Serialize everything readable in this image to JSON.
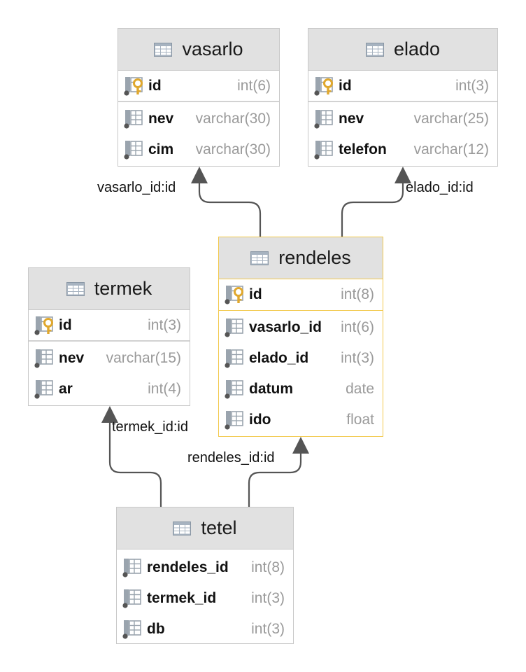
{
  "tables": {
    "vasarlo": {
      "name": "vasarlo",
      "pk": {
        "name": "id",
        "type": "int(6)"
      },
      "columns": [
        {
          "name": "nev",
          "type": "varchar(30)"
        },
        {
          "name": "cim",
          "type": "varchar(30)"
        }
      ]
    },
    "elado": {
      "name": "elado",
      "pk": {
        "name": "id",
        "type": "int(3)"
      },
      "columns": [
        {
          "name": "nev",
          "type": "varchar(25)"
        },
        {
          "name": "telefon",
          "type": "varchar(12)"
        }
      ]
    },
    "rendeles": {
      "name": "rendeles",
      "pk": {
        "name": "id",
        "type": "int(8)"
      },
      "columns": [
        {
          "name": "vasarlo_id",
          "type": "int(6)"
        },
        {
          "name": "elado_id",
          "type": "int(3)"
        },
        {
          "name": "datum",
          "type": "date"
        },
        {
          "name": "ido",
          "type": "float"
        }
      ]
    },
    "termek": {
      "name": "termek",
      "pk": {
        "name": "id",
        "type": "int(3)"
      },
      "columns": [
        {
          "name": "nev",
          "type": "varchar(15)"
        },
        {
          "name": "ar",
          "type": "int(4)"
        }
      ]
    },
    "tetel": {
      "name": "tetel",
      "columns": [
        {
          "name": "rendeles_id",
          "type": "int(8)"
        },
        {
          "name": "termek_id",
          "type": "int(3)"
        },
        {
          "name": "db",
          "type": "int(3)"
        }
      ]
    }
  },
  "relations": [
    {
      "label": "vasarlo_id:id"
    },
    {
      "label": "elado_id:id"
    },
    {
      "label": "termek_id:id"
    },
    {
      "label": "rendeles_id:id"
    }
  ],
  "colors": {
    "header_bg": "#e1e1e1",
    "border": "#c8c8c8",
    "selected_border": "#f2c94c",
    "key_icon": "#e0a82e",
    "connector": "#555555",
    "type_text": "#9a9a9a"
  },
  "icons": {
    "table": "table-icon",
    "primary_key": "primary-key-column-icon",
    "column": "column-icon"
  }
}
